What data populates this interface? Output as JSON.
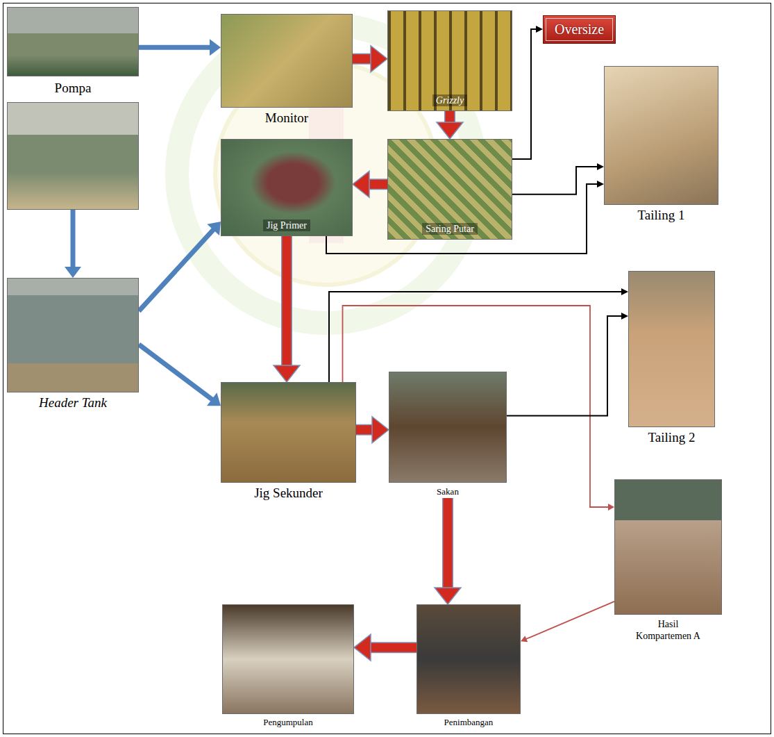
{
  "diagram": {
    "nodes": [
      {
        "text": [
          "Pompa"
        ]
      },
      {
        "text": [
          "Monitor"
        ]
      },
      {
        "text": [
          "Grizzly"
        ]
      },
      {
        "text": [
          "Oversize"
        ]
      },
      {
        "text": [
          "Jig Primer"
        ]
      },
      {
        "text": [
          "Saring Putar"
        ]
      },
      {
        "text": [
          "Tailing 1"
        ]
      },
      {
        "text": [
          "Header Tank"
        ]
      },
      {
        "text": [
          "Jig Sekunder"
        ]
      },
      {
        "text": [
          "Sakan"
        ]
      },
      {
        "text": [
          "Tailing 2"
        ]
      },
      {
        "text": [
          "Hasil Kompartemen A"
        ]
      },
      {
        "text": [
          "Penimbangan"
        ]
      },
      {
        "text": [
          "Pengumpulan"
        ]
      }
    ],
    "edges": [
      {
        "from": 0,
        "to": 1,
        "arrow": "to"
      },
      {
        "from": 0,
        "to": 7,
        "arrow": "to"
      },
      {
        "from": 1,
        "to": 2,
        "arrow": "to"
      },
      {
        "from": 2,
        "to": 5,
        "arrow": "to"
      },
      {
        "from": 5,
        "to": 4,
        "arrow": "to"
      },
      {
        "from": 5,
        "to": 3,
        "arrow": "to"
      },
      {
        "from": 5,
        "to": 6,
        "arrow": "to"
      },
      {
        "from": 4,
        "to": 6,
        "arrow": "to"
      },
      {
        "from": 7,
        "to": 4,
        "arrow": "to"
      },
      {
        "from": 7,
        "to": 8,
        "arrow": "to"
      },
      {
        "from": 4,
        "to": 8,
        "arrow": "to"
      },
      {
        "from": 8,
        "to": 10,
        "arrow": "to"
      },
      {
        "from": 8,
        "to": 11,
        "arrow": "to"
      },
      {
        "from": 8,
        "to": 9,
        "arrow": "to"
      },
      {
        "from": 9,
        "to": 10,
        "arrow": "to"
      },
      {
        "from": 9,
        "to": 12,
        "arrow": "to"
      },
      {
        "from": 11,
        "to": 12,
        "arrow": "to"
      },
      {
        "from": 12,
        "to": 13,
        "arrow": "to"
      }
    ]
  }
}
